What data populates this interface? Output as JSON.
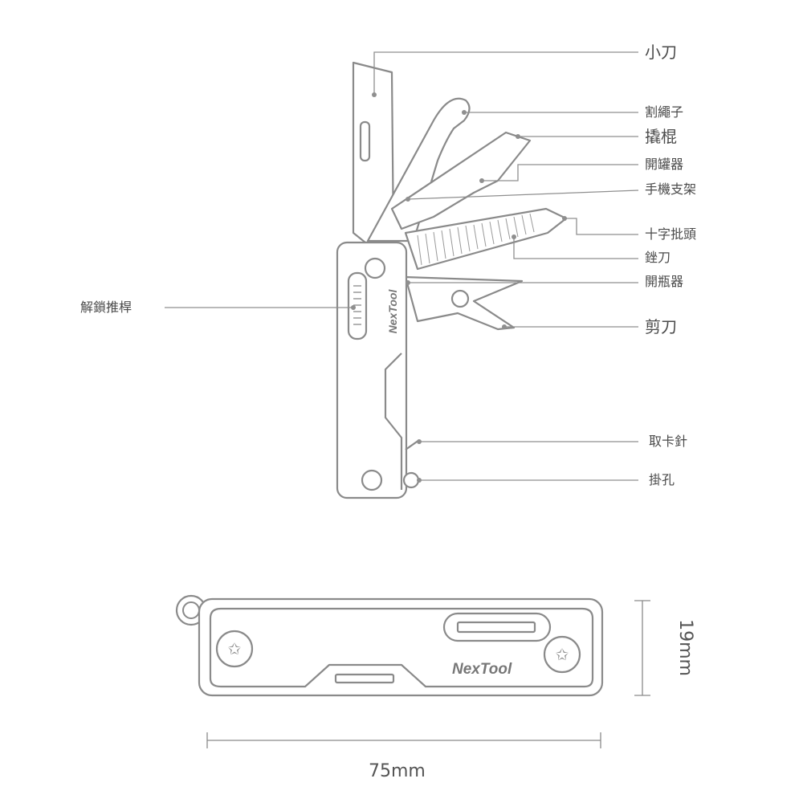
{
  "labels": {
    "knife": "小刀",
    "rope_cutter": "割繩子",
    "pry_bar": "撬棍",
    "can_opener": "開罐器",
    "phone_stand": "手機支架",
    "phillips_bit": "十字批頭",
    "file": "銼刀",
    "bottle_opener": "開瓶器",
    "scissors": "剪刀",
    "sim_pin": "取卡針",
    "lanyard_hole": "掛孔",
    "unlock_slider": "解鎖推桿"
  },
  "brand": "NexTool",
  "dimensions": {
    "length": "75mm",
    "height": "19mm"
  },
  "colors": {
    "outline": "#8a8a8a",
    "text": "#4a4a4a"
  }
}
